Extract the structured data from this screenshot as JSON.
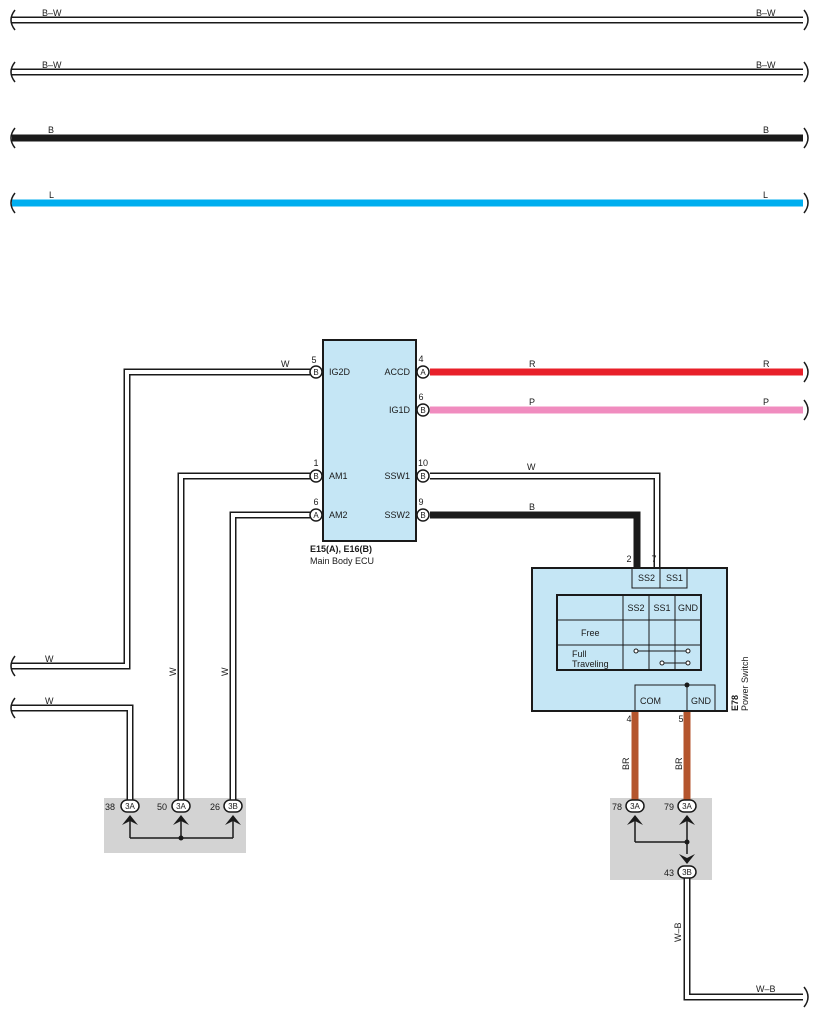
{
  "colors": {
    "ecu_fill": "#c5e6f5",
    "panel_fill": "#d3d3d3",
    "red": "#e8202a",
    "pink": "#f08cbf",
    "blue": "#00aeef",
    "brown": "#b4552d",
    "black": "#1a1a1a"
  },
  "top_wires": [
    {
      "left": "B–W",
      "right": "B–W"
    },
    {
      "left": "B–W",
      "right": "B–W"
    },
    {
      "left": "B",
      "right": "B"
    },
    {
      "left": "L",
      "right": "L"
    }
  ],
  "ecu": {
    "code": "E15(A), E16(B)",
    "name": "Main Body ECU",
    "pins": {
      "ig2d": {
        "num": "5",
        "conn": "B",
        "label": "IG2D"
      },
      "am1": {
        "num": "1",
        "conn": "B",
        "label": "AM1"
      },
      "am2": {
        "num": "6",
        "conn": "A",
        "label": "AM2"
      },
      "accd": {
        "num": "4",
        "conn": "A",
        "label": "ACCD"
      },
      "ig1d": {
        "num": "6",
        "conn": "B",
        "label": "IG1D"
      },
      "ssw1": {
        "num": "10",
        "conn": "B",
        "label": "SSW1"
      },
      "ssw2": {
        "num": "9",
        "conn": "B",
        "label": "SSW2"
      }
    }
  },
  "wires": {
    "ig2d": "W",
    "accd_left": "R",
    "accd_right": "R",
    "ig1d_left": "P",
    "ig1d_right": "P",
    "ssw1": "W",
    "ssw2": "B",
    "am1_vertical": "W",
    "am2_vertical": "W",
    "left_w1": "W",
    "left_w2": "W",
    "br_left": "BR",
    "br_right": "BR",
    "wb_vertical": "W–B",
    "wb_horizontal": "W–B"
  },
  "switch": {
    "code": "E78",
    "name": "Power Switch",
    "pin_ss2": "2",
    "pin_ss1": "7",
    "label_ss2": "SS2",
    "label_ss1": "SS1",
    "table_headers": [
      "SS2",
      "SS1",
      "GND"
    ],
    "row_free": "Free",
    "row_full_1": "Full",
    "row_full_2": "Traveling",
    "com": "COM",
    "gnd": "GND",
    "pin_com": "4",
    "pin_gnd": "5"
  },
  "junction_left": [
    {
      "num": "38",
      "conn": "3A"
    },
    {
      "num": "50",
      "conn": "3A"
    },
    {
      "num": "26",
      "conn": "3B"
    }
  ],
  "junction_right": [
    {
      "num": "78",
      "conn": "3A"
    },
    {
      "num": "79",
      "conn": "3A"
    },
    {
      "num": "43",
      "conn": "3B"
    }
  ]
}
